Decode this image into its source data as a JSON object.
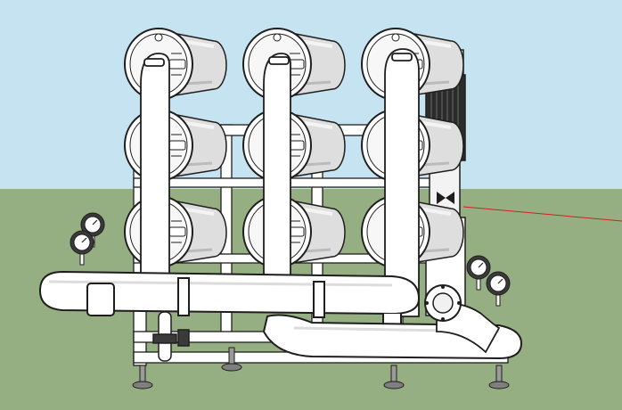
{
  "scene": {
    "sky_color": "#c6e3f1",
    "ground_color": "#95ae82",
    "outline_color": "#1e1e1e",
    "shade_color": "#d4d4d4",
    "motor_color": "#2b2b2b",
    "axis_color": "#cc2222",
    "membrane_vessel_count": 9,
    "membrane_vessel_rows": 3,
    "membrane_vessel_columns": 3,
    "pressure_gauge_count": 4,
    "support_foot_count": 4
  }
}
